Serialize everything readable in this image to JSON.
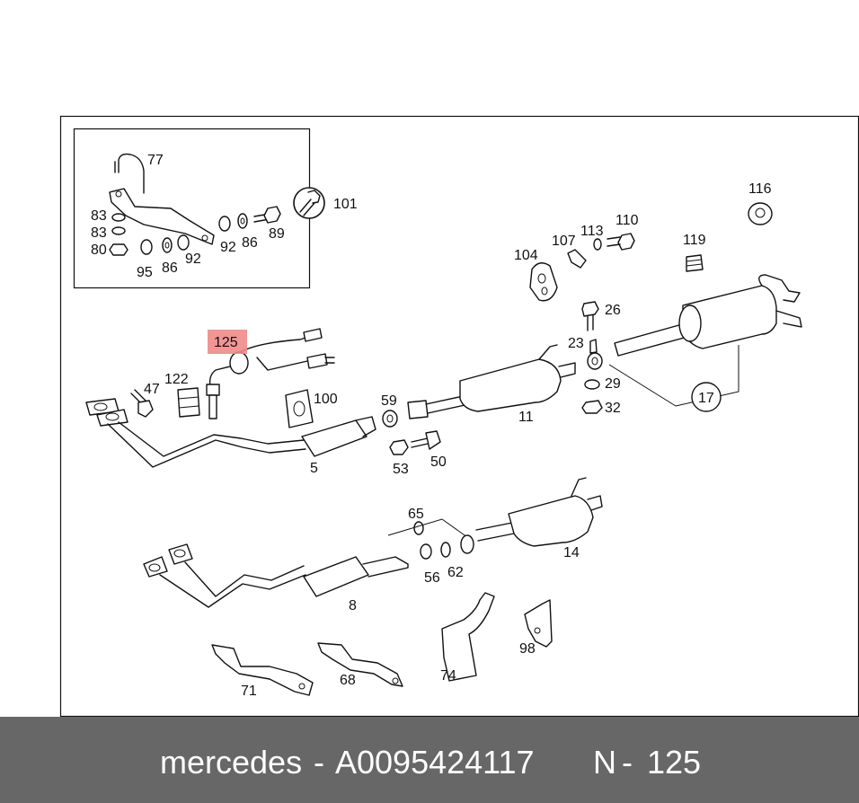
{
  "diagram": {
    "highlight_color": "#f08a8a",
    "highlighted_label": "125",
    "callouts": [
      "77",
      "101",
      "83",
      "83",
      "80",
      "95",
      "86",
      "92",
      "92",
      "86",
      "89",
      "116",
      "107",
      "113",
      "110",
      "104",
      "119",
      "26",
      "23",
      "29",
      "32",
      "17",
      "125",
      "122",
      "47",
      "100",
      "59",
      "53",
      "50",
      "11",
      "5",
      "65",
      "56",
      "62",
      "14",
      "8",
      "74",
      "98",
      "71",
      "68"
    ]
  },
  "footer": {
    "brand": "mercedes",
    "separator": "-",
    "part_number": "A0095424117",
    "n_label": "N",
    "n_separator": "-",
    "n_value": "125",
    "background": "#676767"
  }
}
